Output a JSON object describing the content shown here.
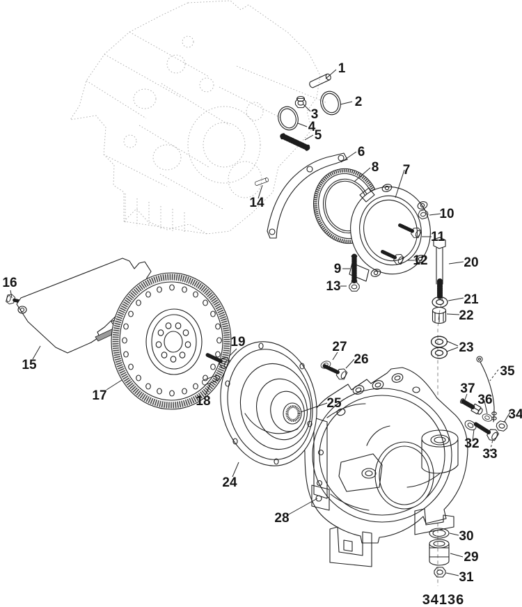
{
  "figure": {
    "type": "exploded-parts-diagram",
    "subject": "flywheel and flywheel housing assembly",
    "background_color": "#ffffff",
    "line_color": "#1c1c1c",
    "phantom_line_color": "#a8a8a8",
    "label_color": "#141414",
    "callout_count": 37
  },
  "drawing_number": "34136",
  "labels": {
    "n1": "1",
    "n2": "2",
    "n3": "3",
    "n4": "4",
    "n5": "5",
    "n6": "6",
    "n7": "7",
    "n8": "8",
    "n9": "9",
    "n10": "10",
    "n11": "11",
    "n12": "12",
    "n13": "13",
    "n14": "14",
    "n15": "15",
    "n16": "16",
    "n17": "17",
    "n18": "18",
    "n19": "19",
    "n20": "20",
    "n21": "21",
    "n22": "22",
    "n23": "23",
    "n24": "24",
    "n25": "25",
    "n26": "26",
    "n27": "27",
    "n28": "28",
    "n29": "29",
    "n30": "30",
    "n31": "31",
    "n32": "32",
    "n33": "33",
    "n34": "34",
    "n35": "35",
    "n36": "36",
    "n37": "37"
  }
}
